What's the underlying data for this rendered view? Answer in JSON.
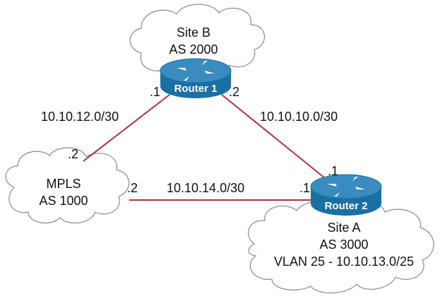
{
  "colors": {
    "link": "#b0323c",
    "router_top": "#3a8cc0",
    "router_side": "#1a6fa3",
    "cloud_stroke": "#8a8a8a",
    "text": "#111111"
  },
  "clouds": {
    "site_b": {
      "line1": "Site B",
      "line2": "AS 2000"
    },
    "mpls": {
      "line1": "MPLS",
      "line2": "AS 1000"
    },
    "site_a": {
      "line1": "Site A",
      "line2": "AS 3000",
      "line3": "VLAN 25 - 10.10.13.0/25"
    }
  },
  "routers": {
    "r1": {
      "label": "Router 1",
      "icon": "router-icon"
    },
    "r2": {
      "label": "Router 2",
      "icon": "router-icon"
    }
  },
  "links": {
    "r1_mpls": {
      "subnet": "10.10.12.0/30",
      "r1_end": ".1",
      "mpls_end": ".2"
    },
    "r1_r2": {
      "subnet": "10.10.10.0/30",
      "r1_end": ".2",
      "r2_end": ".1"
    },
    "mpls_r2": {
      "subnet": "10.10.14.0/30",
      "mpls_end": ".2",
      "r2_end": ".1"
    }
  }
}
